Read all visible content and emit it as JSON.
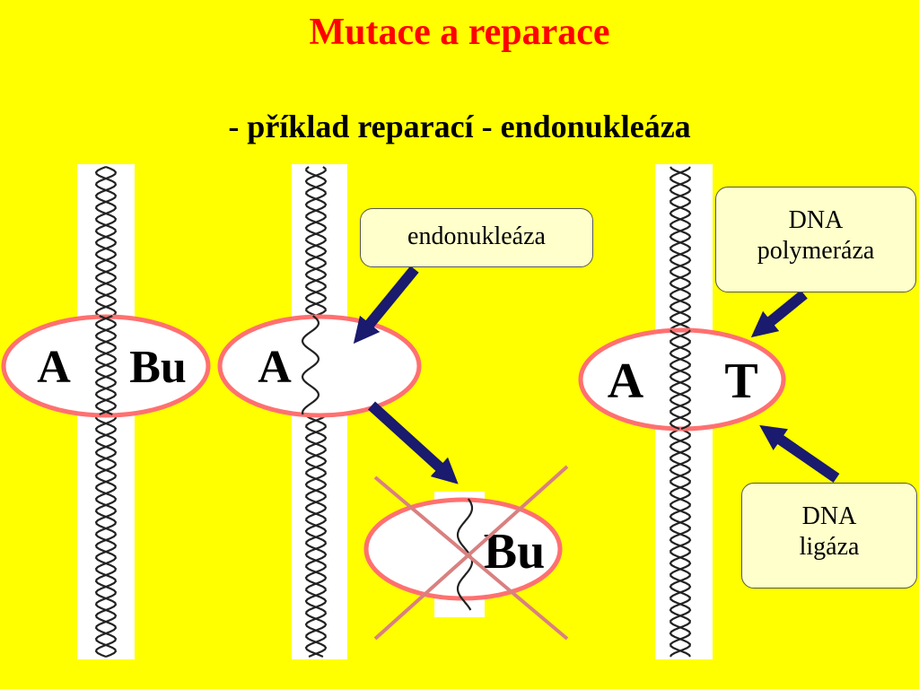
{
  "title": "Mutace a reparace",
  "subtitle": "- příklad reparací - endonukleáza",
  "colors": {
    "background": "#ffff00",
    "title": "#ff0000",
    "arrow": "#1a1a6e",
    "ellipse_border": "#ff7070",
    "cross": "#d98080",
    "label_box": "#ffffcc"
  },
  "labels": {
    "base_a1": "A",
    "base_bu1": "Bu",
    "base_a2": "A",
    "base_bu_removed": "Bu",
    "base_a3": "A",
    "base_t": "T"
  },
  "boxes": {
    "endonuclease": "endonukleáza",
    "polymerase_line1": "DNA",
    "polymerase_line2": "polymeráza",
    "ligase_line1": "DNA",
    "ligase_line2": "ligáza"
  }
}
